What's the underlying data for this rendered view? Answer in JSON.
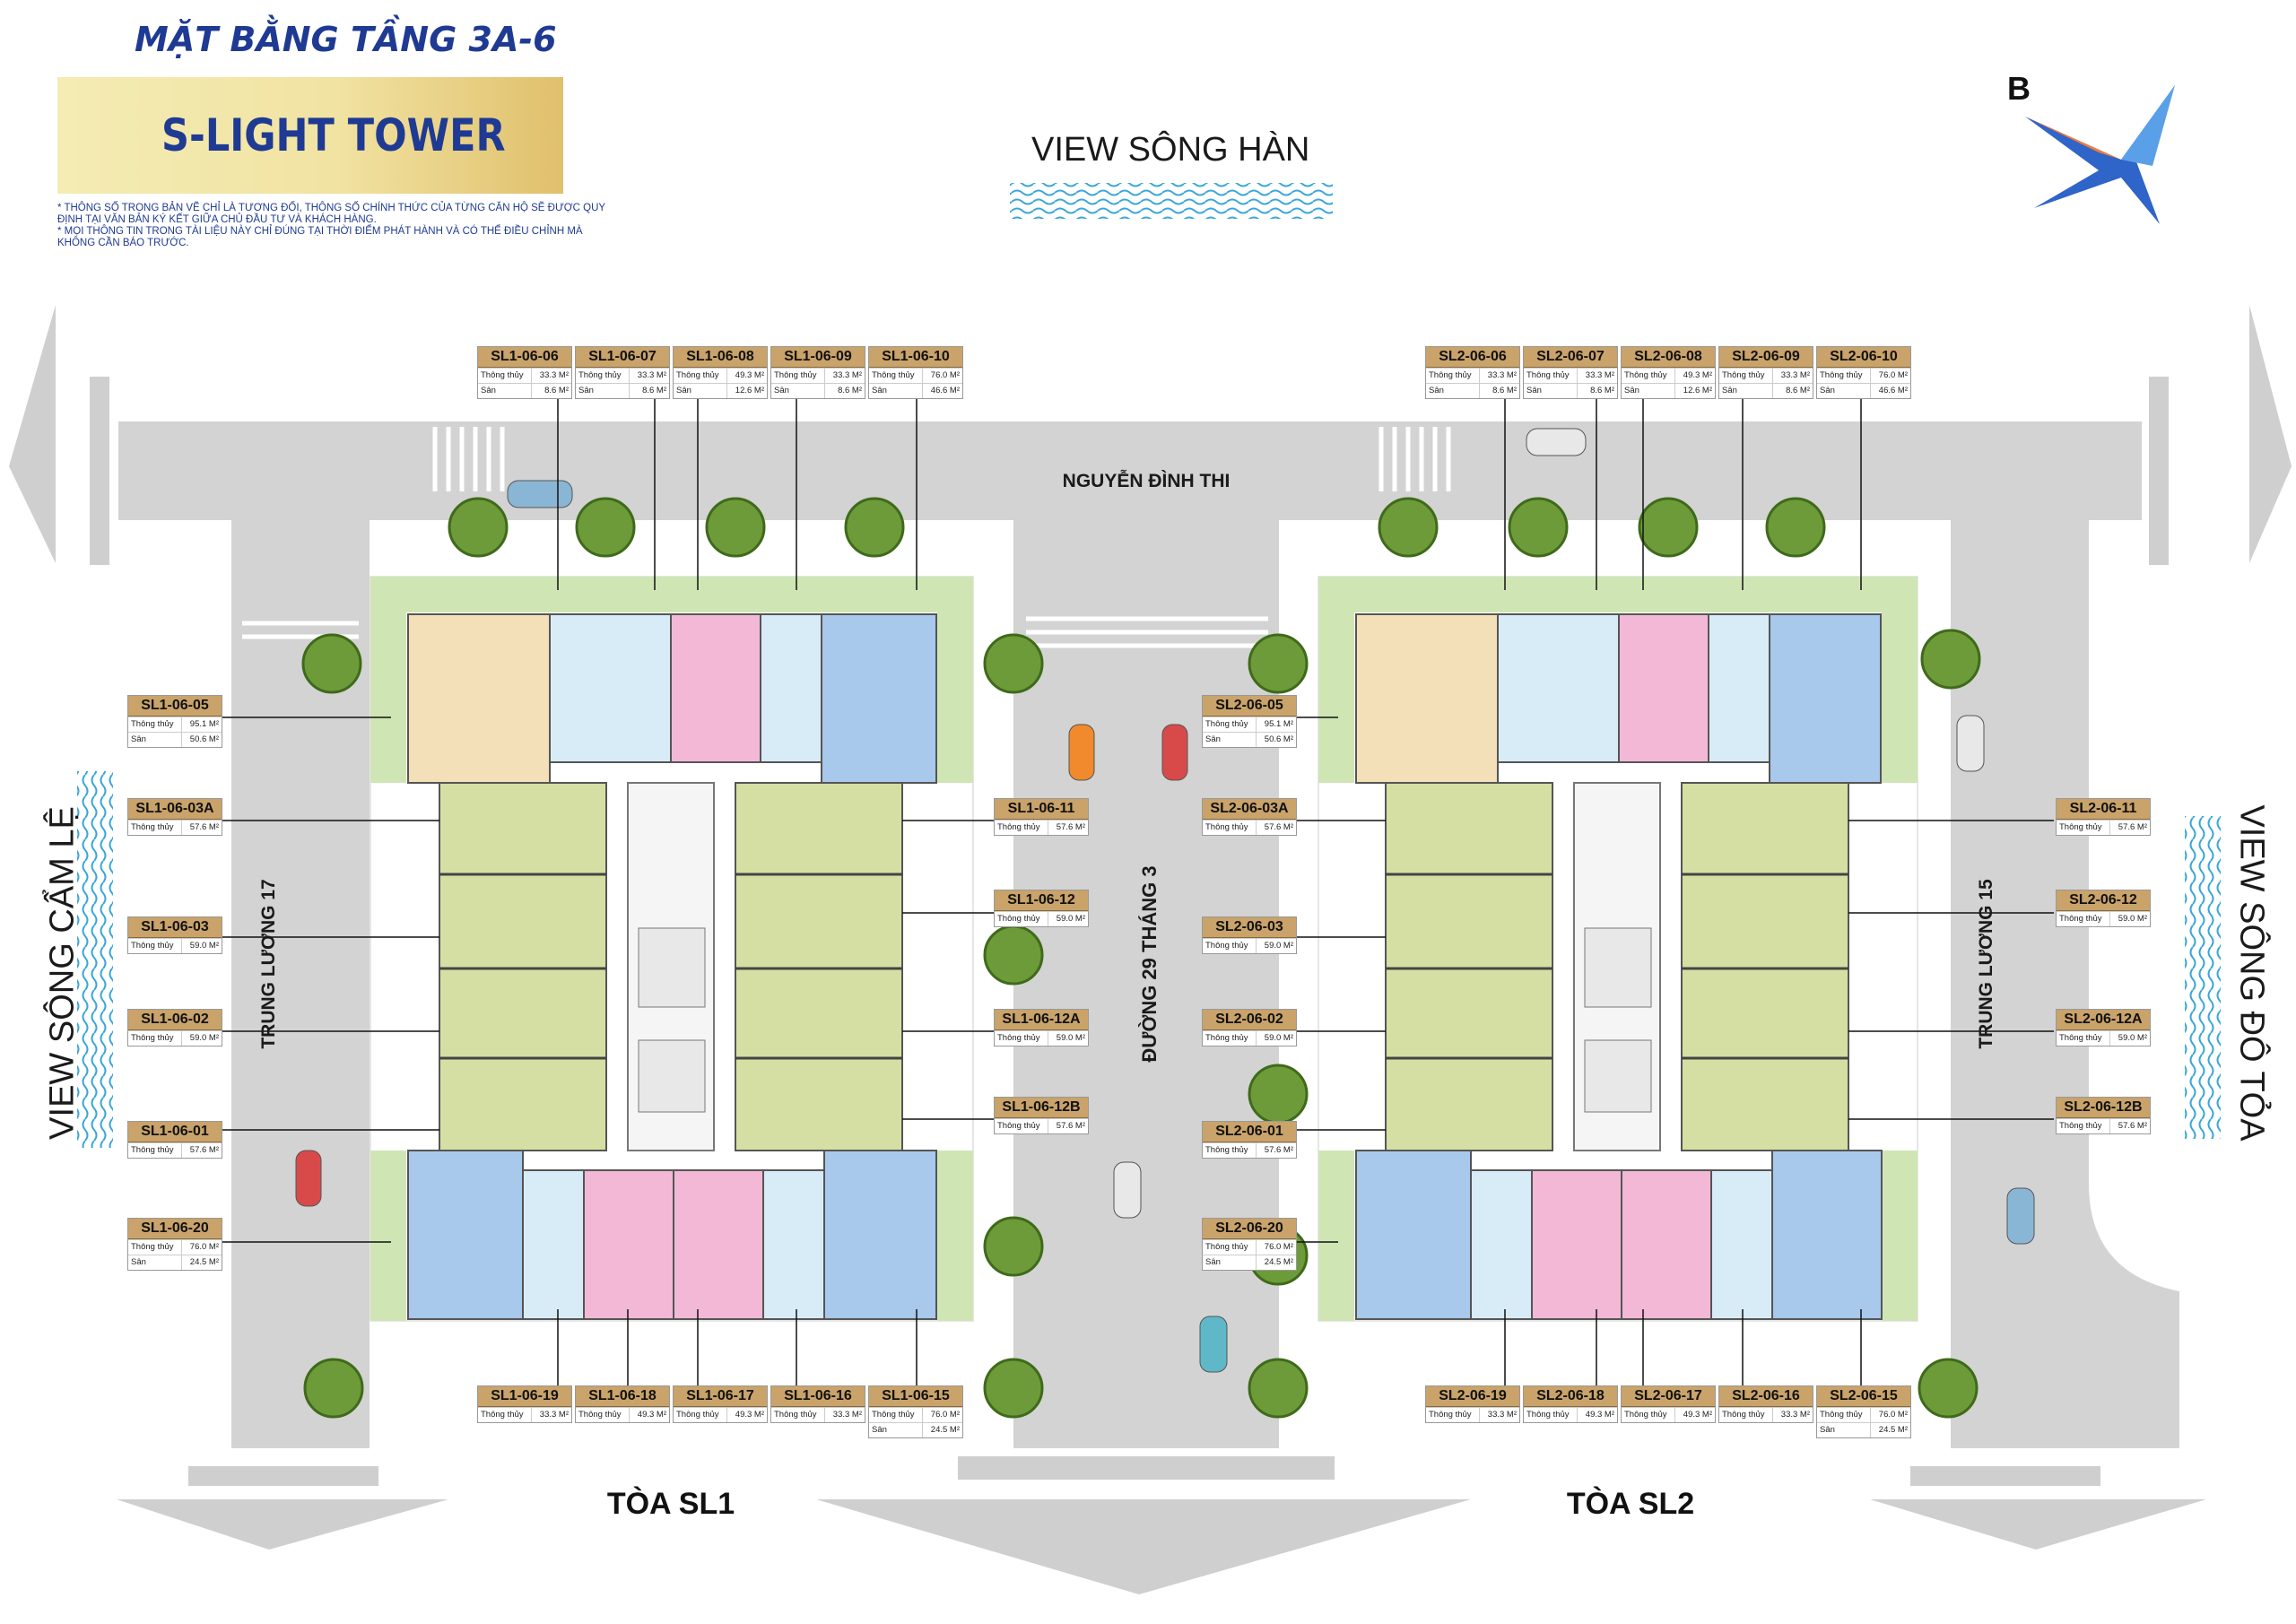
{
  "header": {
    "title": "MẶT BẰNG TẦNG 3A-6",
    "brand": "S-LIGHT TOWER",
    "notes": [
      "* THÔNG SỐ TRONG BẢN VẼ CHỈ LÀ TƯƠNG ĐỐI, THÔNG SỐ CHÍNH THỨC CỦA TỪNG CĂN HỘ SẼ ĐƯỢC QUY",
      "ĐỊNH TẠI VĂN BẢN KÝ KẾT GIỮA CHỦ ĐẦU TƯ VÀ KHÁCH HÀNG.",
      "* MỌI THÔNG TIN TRONG TÀI LIỆU NÀY CHỈ ĐÚNG TẠI THỜI ĐIỂM PHÁT HÀNH VÀ CÓ THỂ ĐIỀU CHỈNH MÀ",
      "KHÔNG CẦN BÁO TRƯỚC."
    ],
    "logo_letter": "B"
  },
  "views": {
    "top": "VIEW SÔNG HÀN",
    "left": "VIEW SÔNG CẨM LỆ",
    "right": "VIEW SÔNG ĐÔ TỎA"
  },
  "streets": {
    "top": "NGUYỄN ĐÌNH THI",
    "center": "ĐƯỜNG 29 THÁNG 3",
    "left": "TRUNG LƯƠNG 17",
    "right": "TRUNG LƯƠNG 15"
  },
  "towers": {
    "sl1": "TÒA SL1",
    "sl2": "TÒA SL2"
  },
  "labels": {
    "net_area": "Thông thủy",
    "garden": "Sân"
  },
  "colors": {
    "road": "#d3d3d3",
    "lawn": "#cfe6b4",
    "unit_beige": "#f3dfb8",
    "unit_lightblue": "#d7ecf6",
    "unit_pink": "#f2b8d6",
    "unit_blue": "#a8c8ec",
    "unit_green": "#d5dfa3",
    "label_header": "#c9a36a",
    "title_blue": "#1f3a93",
    "water": "#3aa6d9"
  },
  "units": [
    {
      "code": "SL1-06-06",
      "area": "33.3 M²",
      "garden": "8.6 M²"
    },
    {
      "code": "SL1-06-07",
      "area": "33.3 M²",
      "garden": "8.6 M²"
    },
    {
      "code": "SL1-06-08",
      "area": "49.3 M²",
      "garden": "12.6 M²"
    },
    {
      "code": "SL1-06-09",
      "area": "33.3 M²",
      "garden": "8.6 M²"
    },
    {
      "code": "SL1-06-10",
      "area": "76.0 M²",
      "garden": "46.6 M²"
    },
    {
      "code": "SL2-06-06",
      "area": "33.3 M²",
      "garden": "8.6 M²"
    },
    {
      "code": "SL2-06-07",
      "area": "33.3 M²",
      "garden": "8.6 M²"
    },
    {
      "code": "SL2-06-08",
      "area": "49.3 M²",
      "garden": "12.6 M²"
    },
    {
      "code": "SL2-06-09",
      "area": "33.3 M²",
      "garden": "8.6 M²"
    },
    {
      "code": "SL2-06-10",
      "area": "76.0 M²",
      "garden": "46.6 M²"
    },
    {
      "code": "SL1-06-05",
      "area": "95.1 M²",
      "garden": "50.6 M²"
    },
    {
      "code": "SL1-06-03A",
      "area": "57.6 M²"
    },
    {
      "code": "SL1-06-03",
      "area": "59.0 M²"
    },
    {
      "code": "SL1-06-02",
      "area": "59.0 M²"
    },
    {
      "code": "SL1-06-01",
      "area": "57.6 M²"
    },
    {
      "code": "SL1-06-20",
      "area": "76.0 M²",
      "garden": "24.5 M²"
    },
    {
      "code": "SL1-06-11",
      "area": "57.6 M²"
    },
    {
      "code": "SL1-06-12",
      "area": "59.0 M²"
    },
    {
      "code": "SL1-06-12A",
      "area": "59.0 M²"
    },
    {
      "code": "SL1-06-12B",
      "area": "57.6 M²"
    },
    {
      "code": "SL2-06-05",
      "area": "95.1 M²",
      "garden": "50.6 M²"
    },
    {
      "code": "SL2-06-03A",
      "area": "57.6 M²"
    },
    {
      "code": "SL2-06-03",
      "area": "59.0 M²"
    },
    {
      "code": "SL2-06-02",
      "area": "59.0 M²"
    },
    {
      "code": "SL2-06-01",
      "area": "57.6 M²"
    },
    {
      "code": "SL2-06-20",
      "area": "76.0 M²",
      "garden": "24.5 M²"
    },
    {
      "code": "SL2-06-11",
      "area": "57.6 M²"
    },
    {
      "code": "SL2-06-12",
      "area": "59.0 M²"
    },
    {
      "code": "SL2-06-12A",
      "area": "59.0 M²"
    },
    {
      "code": "SL2-06-12B",
      "area": "57.6 M²"
    },
    {
      "code": "SL1-06-19",
      "area": "33.3 M²"
    },
    {
      "code": "SL1-06-18",
      "area": "49.3 M²"
    },
    {
      "code": "SL1-06-17",
      "area": "49.3 M²"
    },
    {
      "code": "SL1-06-16",
      "area": "33.3 M²"
    },
    {
      "code": "SL1-06-15",
      "area": "76.0 M²",
      "garden": "24.5 M²"
    },
    {
      "code": "SL2-06-19",
      "area": "33.3 M²"
    },
    {
      "code": "SL2-06-18",
      "area": "49.3 M²"
    },
    {
      "code": "SL2-06-17",
      "area": "49.3 M²"
    },
    {
      "code": "SL2-06-16",
      "area": "33.3 M²"
    },
    {
      "code": "SL2-06-15",
      "area": "76.0 M²",
      "garden": "24.5 M²"
    }
  ]
}
